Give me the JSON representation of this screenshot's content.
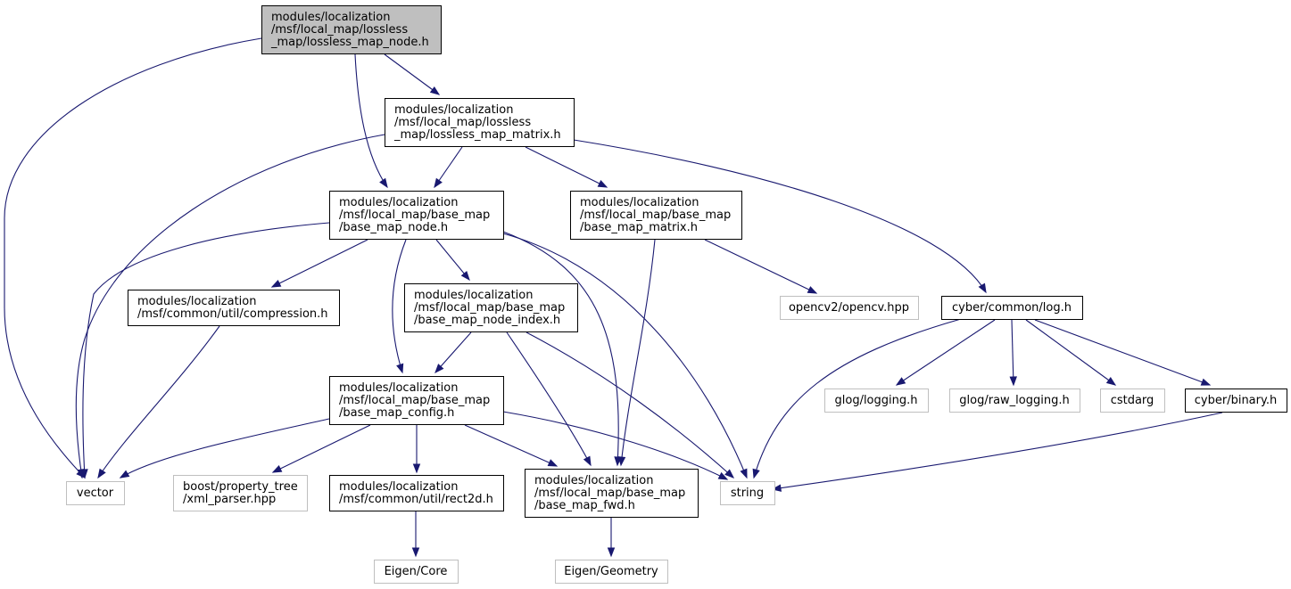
{
  "nodes": {
    "lossless_map_node": {
      "lines": [
        "modules/localization",
        "/msf/local_map/lossless",
        "_map/lossless_map_node.h"
      ],
      "kind": "main"
    },
    "lossless_map_matrix": {
      "lines": [
        "modules/localization",
        "/msf/local_map/lossless",
        "_map/lossless_map_matrix.h"
      ],
      "kind": "internal"
    },
    "base_map_node": {
      "lines": [
        "modules/localization",
        "/msf/local_map/base_map",
        "/base_map_node.h"
      ],
      "kind": "internal"
    },
    "base_map_matrix": {
      "lines": [
        "modules/localization",
        "/msf/local_map/base_map",
        "/base_map_matrix.h"
      ],
      "kind": "internal"
    },
    "compression": {
      "lines": [
        "modules/localization",
        "/msf/common/util/compression.h"
      ],
      "kind": "internal"
    },
    "base_map_node_index": {
      "lines": [
        "modules/localization",
        "/msf/local_map/base_map",
        "/base_map_node_index.h"
      ],
      "kind": "internal"
    },
    "opencv": {
      "lines": [
        "opencv2/opencv.hpp"
      ],
      "kind": "external"
    },
    "log": {
      "lines": [
        "cyber/common/log.h"
      ],
      "kind": "internal"
    },
    "base_map_config": {
      "lines": [
        "modules/localization",
        "/msf/local_map/base_map",
        "/base_map_config.h"
      ],
      "kind": "internal"
    },
    "glog_logging": {
      "lines": [
        "glog/logging.h"
      ],
      "kind": "external"
    },
    "glog_raw_logging": {
      "lines": [
        "glog/raw_logging.h"
      ],
      "kind": "external"
    },
    "cstdarg": {
      "lines": [
        "cstdarg"
      ],
      "kind": "external"
    },
    "binary": {
      "lines": [
        "cyber/binary.h"
      ],
      "kind": "internal"
    },
    "vector": {
      "lines": [
        "vector"
      ],
      "kind": "external"
    },
    "boost_xml": {
      "lines": [
        "boost/property_tree",
        "/xml_parser.hpp"
      ],
      "kind": "external"
    },
    "rect2d": {
      "lines": [
        "modules/localization",
        "/msf/common/util/rect2d.h"
      ],
      "kind": "internal"
    },
    "base_map_fwd": {
      "lines": [
        "modules/localization",
        "/msf/local_map/base_map",
        "/base_map_fwd.h"
      ],
      "kind": "internal"
    },
    "string": {
      "lines": [
        "string"
      ],
      "kind": "external"
    },
    "eigen_core": {
      "lines": [
        "Eigen/Core"
      ],
      "kind": "external"
    },
    "eigen_geometry": {
      "lines": [
        "Eigen/Geometry"
      ],
      "kind": "external"
    }
  },
  "edges": [
    [
      "lossless_map_node",
      "vector"
    ],
    [
      "lossless_map_node",
      "base_map_node"
    ],
    [
      "lossless_map_node",
      "lossless_map_matrix"
    ],
    [
      "lossless_map_matrix",
      "vector"
    ],
    [
      "lossless_map_matrix",
      "base_map_node"
    ],
    [
      "lossless_map_matrix",
      "base_map_matrix"
    ],
    [
      "lossless_map_matrix",
      "log"
    ],
    [
      "base_map_node",
      "vector"
    ],
    [
      "base_map_node",
      "compression"
    ],
    [
      "base_map_node",
      "base_map_config"
    ],
    [
      "base_map_node",
      "base_map_node_index"
    ],
    [
      "base_map_node",
      "base_map_fwd"
    ],
    [
      "base_map_node",
      "string"
    ],
    [
      "base_map_matrix",
      "base_map_fwd"
    ],
    [
      "base_map_matrix",
      "opencv"
    ],
    [
      "compression",
      "vector"
    ],
    [
      "base_map_node_index",
      "base_map_config"
    ],
    [
      "base_map_node_index",
      "base_map_fwd"
    ],
    [
      "base_map_node_index",
      "string"
    ],
    [
      "log",
      "string"
    ],
    [
      "log",
      "glog_logging"
    ],
    [
      "log",
      "glog_raw_logging"
    ],
    [
      "log",
      "cstdarg"
    ],
    [
      "log",
      "binary"
    ],
    [
      "base_map_config",
      "vector"
    ],
    [
      "base_map_config",
      "boost_xml"
    ],
    [
      "base_map_config",
      "rect2d"
    ],
    [
      "base_map_config",
      "base_map_fwd"
    ],
    [
      "base_map_config",
      "string"
    ],
    [
      "binary",
      "string"
    ],
    [
      "rect2d",
      "eigen_core"
    ],
    [
      "base_map_fwd",
      "eigen_geometry"
    ]
  ],
  "colors": {
    "edge": "#191970",
    "main_fill": "#bfbfbf",
    "internal_border": "#000000",
    "external_border": "#bfbfbf"
  }
}
